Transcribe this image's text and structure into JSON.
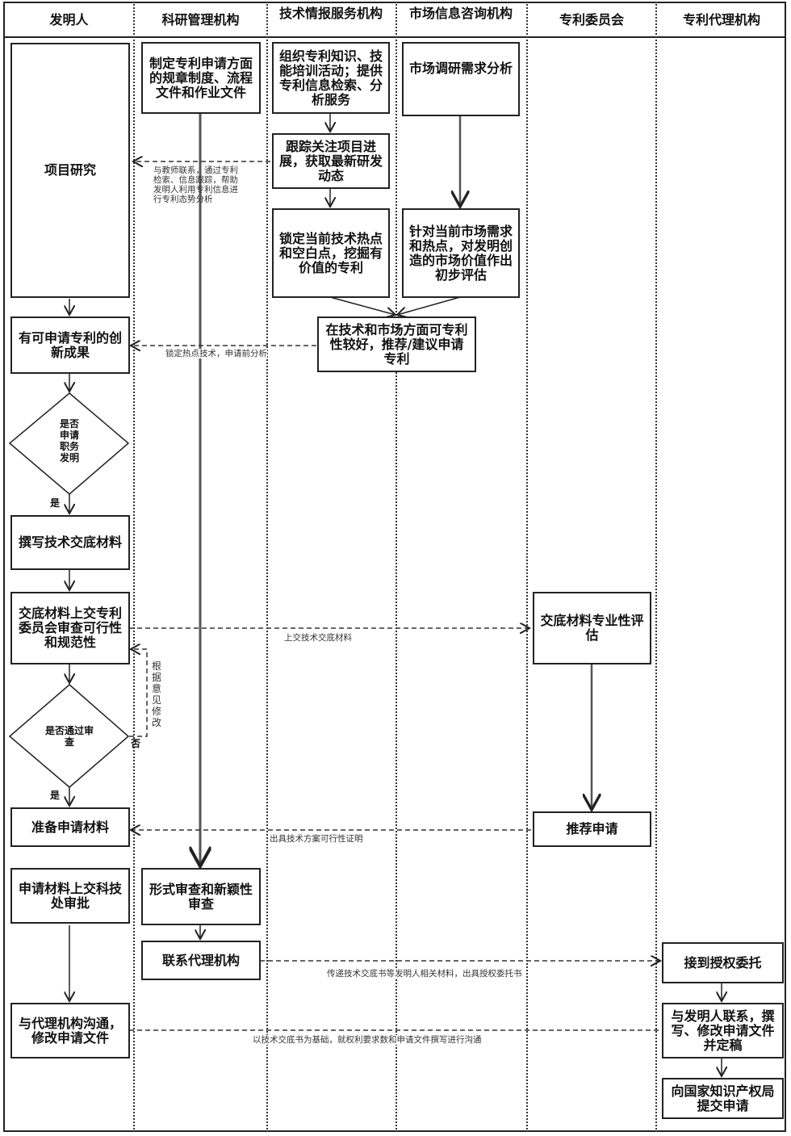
{
  "lanes": [
    "发明人",
    "科研管理机构",
    "技术情报服务机构",
    "市场信息咨询机构",
    "专利委员会",
    "专利代理机构"
  ],
  "boxes": {
    "project_research": "项目研究",
    "rules": "制定专利申请方面的规章制度、流程文件和作业文件",
    "training": "组织专利知识、技能培训活动；提供专利信息检索、分析服务",
    "market_research": "市场调研需求分析",
    "tracking": "跟踪关注项目进展，获取最新研发动态",
    "lock_hotspot": "锁定当前技术热点和空白点，挖掘有价值的专利",
    "market_eval": "针对当前市场需求和热点，对发明创造的市场价值作出初步评估",
    "innovation": "有可申请专利的创新成果",
    "recommend": "在技术和市场方面可专利性较好，推荐/建议申请专利",
    "write_disclosure": "撰写技术交底材料",
    "submit_disclosure": "交底材料上交专利委员会审查可行性和规范性",
    "evaluate": "交底材料专业性评估",
    "prepare": "准备申请材料",
    "recommend_apply": "推荐申请",
    "submit_approval": "申请材料上交科技处审批",
    "formal_review": "形式审查和新颖性审查",
    "contact_agency": "联系代理机构",
    "receive_authorization": "接到授权委托",
    "communicate_agency": "与代理机构沟通，修改申请文件",
    "draft": "与发明人联系，撰写、修改申请文件并定稿",
    "submit_office": "向国家知识产权局提交申请"
  },
  "decisions": {
    "service_invention": "是否申请职务发明",
    "pass_review": "是否通过审查"
  },
  "labels": {
    "yes": "是",
    "no": "否",
    "revise": "根据意见修改",
    "contact_teacher": "与教师联系，通过专利检索、信息跟踪，帮助发明人利用专利信息进行专利态势分析",
    "pre_analysis": "锁定热点技术，申请前分析",
    "submit_material": "上交技术交底材料",
    "feasibility_cert": "出具技术方案可行性证明",
    "transfer": "传递技术交底书等发明人相关材料，出具授权委托书",
    "communicate": "以技术交底书为基础，就权利要求数和申请文件撰写进行沟通"
  }
}
